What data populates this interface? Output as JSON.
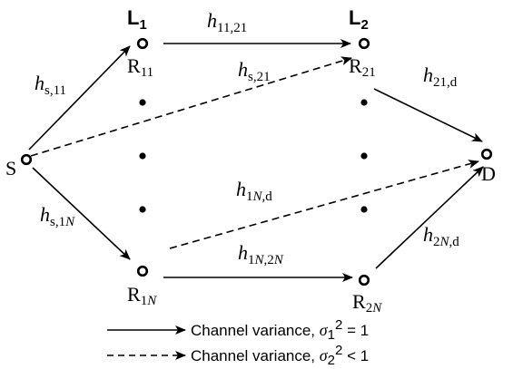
{
  "layers": {
    "l1": {
      "base": "L",
      "sub": "1"
    },
    "l2": {
      "base": "L",
      "sub": "2"
    }
  },
  "nodes": {
    "source": {
      "label": "S"
    },
    "destination": {
      "label": "D"
    },
    "r11": {
      "base": "R",
      "sub": "11"
    },
    "r21": {
      "base": "R",
      "sub": "21"
    },
    "r1n": {
      "base": "R",
      "sub_pre": "1",
      "sub_it": "N"
    },
    "r2n": {
      "base": "R",
      "sub_pre": "2",
      "sub_it": "N"
    }
  },
  "channels": {
    "h_11_21": {
      "base": "h",
      "sub": "11,21"
    },
    "h_s_21": {
      "base": "h",
      "sub": "s,21"
    },
    "h_s_11": {
      "base": "h",
      "sub": "s,11"
    },
    "h_21_d": {
      "base": "h",
      "sub": "21,d"
    },
    "h_s_1n": {
      "base": "h",
      "sub_pre": "s,1",
      "sub_it": "N",
      "sub_post": ""
    },
    "h_1n_d": {
      "base": "h",
      "sub_pre": "1",
      "sub_it": "N",
      "sub_post": ",d"
    },
    "h_1n_2n": {
      "base": "h",
      "sub_pre": "1",
      "sub_it": "N",
      "sub_mid": ",2",
      "sub_it2": "N"
    },
    "h_2n_d": {
      "base": "h",
      "sub_pre": "2",
      "sub_it": "N",
      "sub_post": ",d"
    }
  },
  "legend": {
    "solid": {
      "text": "Channel variance, ",
      "sym": "σ",
      "sub": "1",
      "sup": "2",
      "rel": " = 1"
    },
    "dashed": {
      "text": "Channel variance, ",
      "sym": "σ",
      "sub": "2",
      "sup": "2",
      "rel": " < 1"
    }
  },
  "colors": {
    "ink": "#000000",
    "background": "#ffffff"
  }
}
